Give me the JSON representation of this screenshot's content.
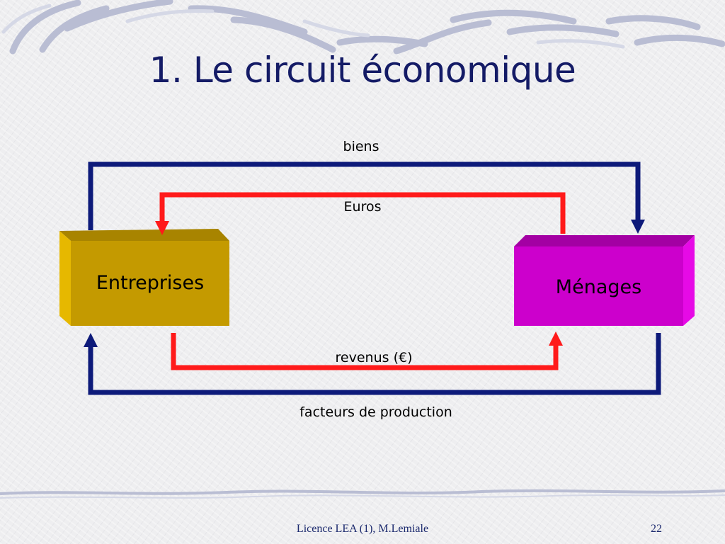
{
  "slide": {
    "title": "1. Le circuit économique",
    "footer_text": "Licence LEA (1), M.Lemiale",
    "page_number": "22"
  },
  "diagram": {
    "nodes": [
      {
        "id": "entreprises",
        "label": "Entreprises",
        "color": "#c49a00"
      },
      {
        "id": "menages",
        "label": "Ménages",
        "color": "#cc00cc"
      }
    ],
    "flows": [
      {
        "id": "biens",
        "label": "biens",
        "from": "entreprises",
        "to": "menages",
        "color": "#0d1a7a"
      },
      {
        "id": "euros",
        "label": "Euros",
        "from": "menages",
        "to": "entreprises",
        "color": "#ff1a1a"
      },
      {
        "id": "revenus",
        "label": "revenus (€)",
        "from": "entreprises",
        "to": "menages",
        "color": "#ff1a1a"
      },
      {
        "id": "facteurs",
        "label": "facteurs de production",
        "from": "menages",
        "to": "entreprises",
        "color": "#0d1a7a"
      }
    ]
  }
}
